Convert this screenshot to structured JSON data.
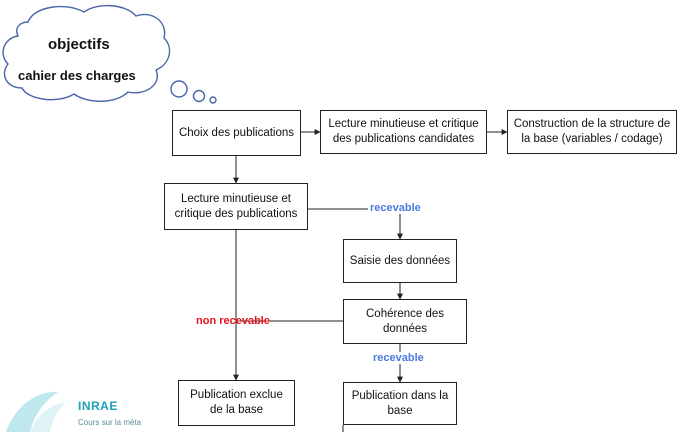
{
  "cloud": {
    "line1": "objectifs",
    "line2": "cahier des charges"
  },
  "boxes": {
    "choix": "Choix des publications",
    "lecture_candidates": "Lecture minutieuse et critique des publications candidates",
    "construction": "Construction de la structure de la base (variables / codage)",
    "lecture_critique": "Lecture minutieuse et critique des publications",
    "saisie": "Saisie des données",
    "coherence": "Cohérence des données",
    "exclue": "Publication exclue de la base",
    "dans_base": "Publication dans la base"
  },
  "labels": {
    "recevable_1": "recevable",
    "recevable_2": "recevable",
    "non_recevable": "non recevable"
  },
  "logo": {
    "name": "INRAE",
    "caption": "Cours sur la méta"
  },
  "colors": {
    "recevable": "#4a7be0",
    "non_recevable": "#e8141e",
    "brand": "#1fa3b6"
  }
}
